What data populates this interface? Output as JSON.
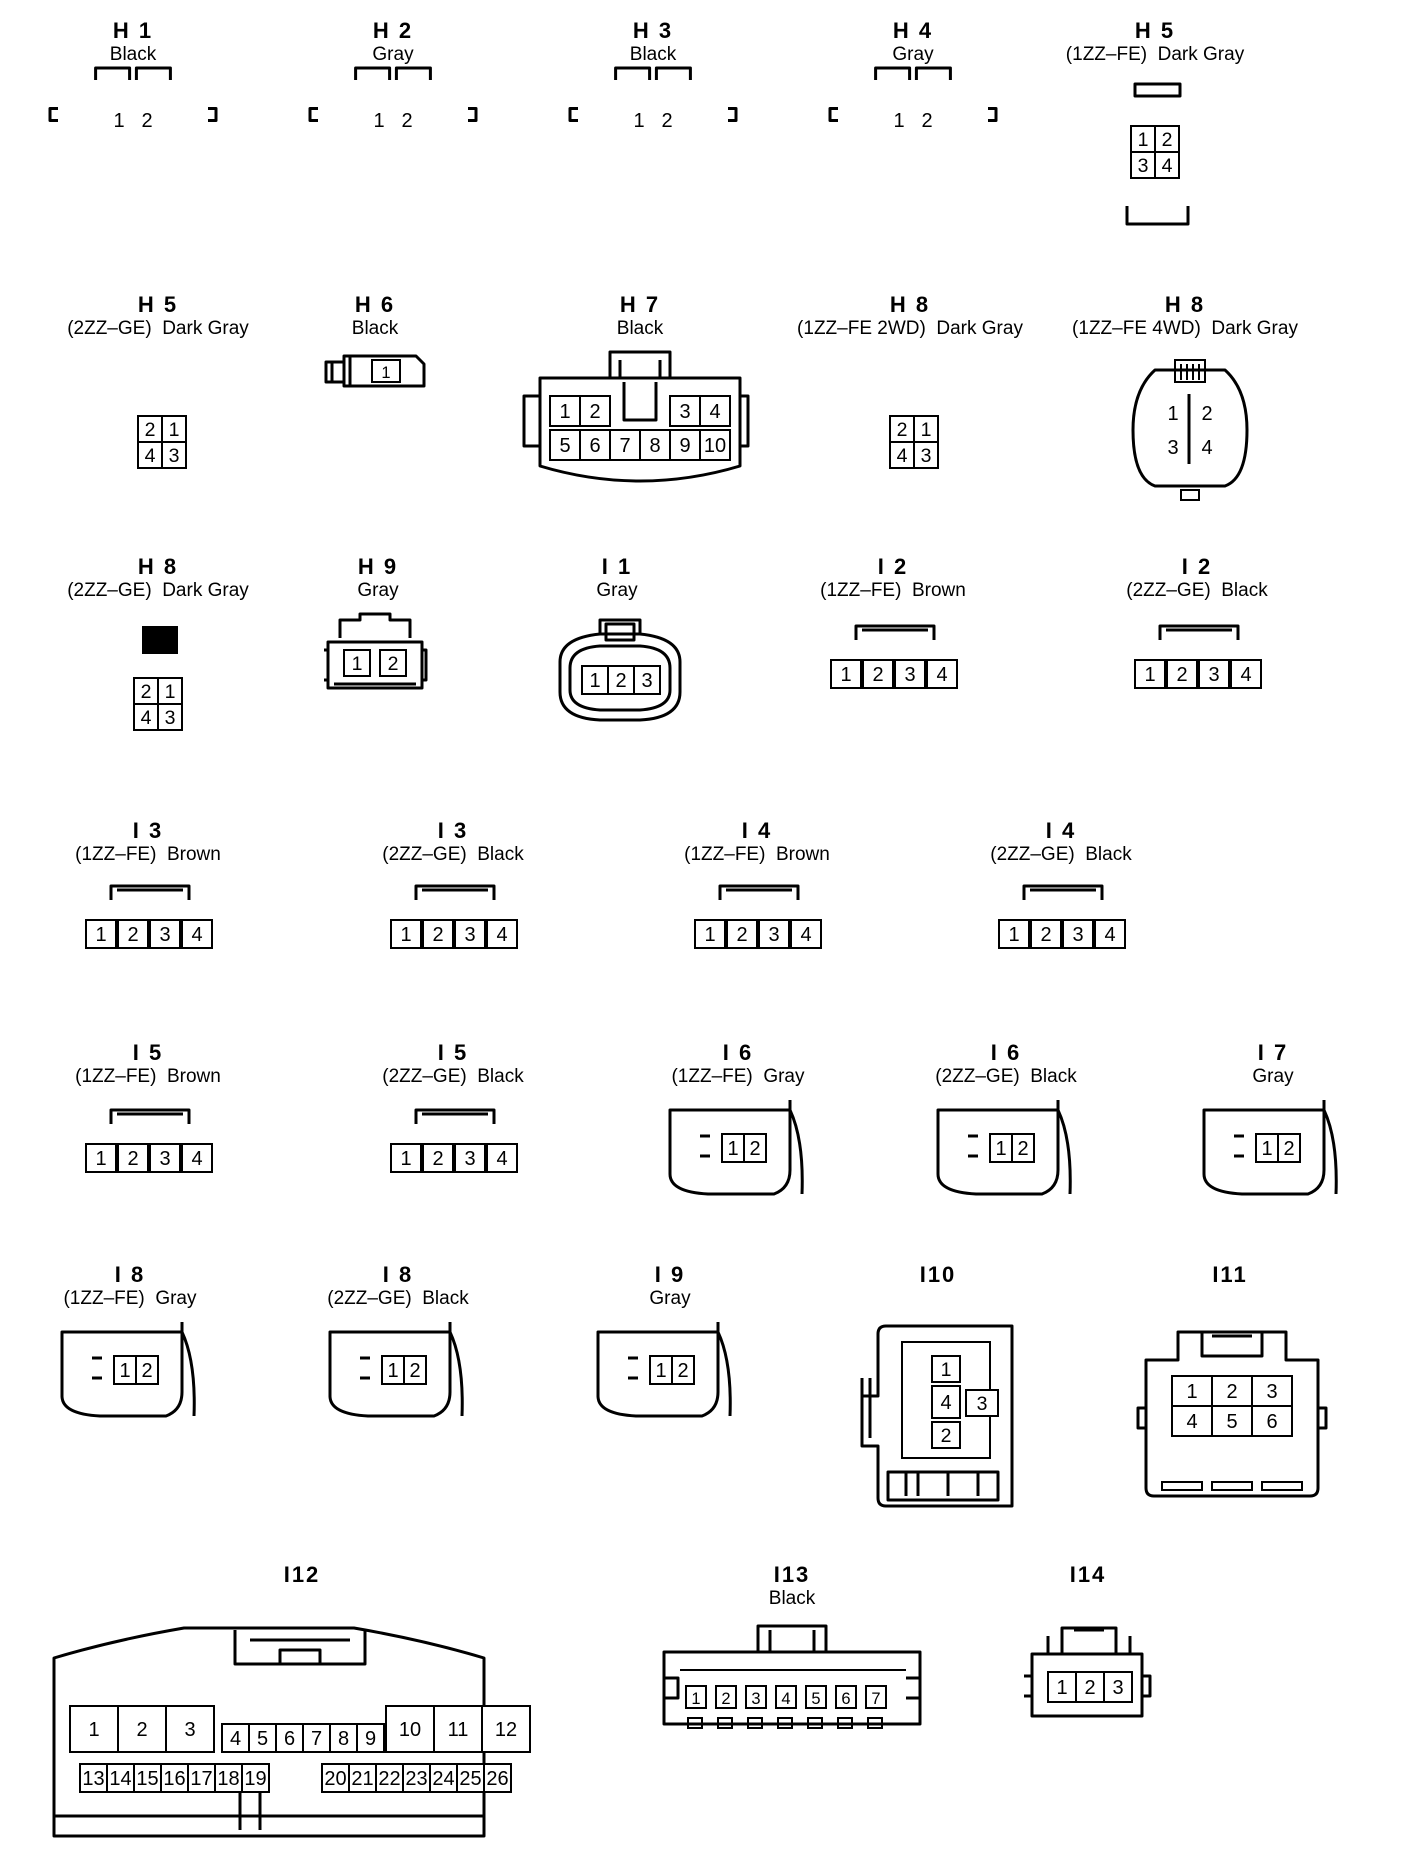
{
  "connectors": [
    {
      "id": "H1",
      "title": "H 1",
      "subtitle": "Black",
      "pins": [
        "1",
        "2"
      ]
    },
    {
      "id": "H2",
      "title": "H 2",
      "subtitle": "Gray",
      "pins": [
        "1",
        "2"
      ]
    },
    {
      "id": "H3",
      "title": "H 3",
      "subtitle": "Black",
      "pins": [
        "1",
        "2"
      ]
    },
    {
      "id": "H4",
      "title": "H 4",
      "subtitle": "Gray",
      "pins": [
        "1",
        "2"
      ]
    },
    {
      "id": "H5a",
      "title": "H 5",
      "subtitle": "(1ZZ–FE)  Dark Gray",
      "pins": [
        "1",
        "2",
        "3",
        "4"
      ]
    },
    {
      "id": "H5b",
      "title": "H 5",
      "subtitle": "(2ZZ–GE)  Dark Gray",
      "pins": [
        "2",
        "1",
        "4",
        "3"
      ]
    },
    {
      "id": "H6",
      "title": "H 6",
      "subtitle": "Black",
      "pins": [
        "1"
      ]
    },
    {
      "id": "H7",
      "title": "H 7",
      "subtitle": "Black",
      "pins": [
        "1",
        "2",
        "3",
        "4",
        "5",
        "6",
        "7",
        "8",
        "9",
        "10"
      ]
    },
    {
      "id": "H8a",
      "title": "H 8",
      "subtitle": "(1ZZ–FE 2WD)  Dark Gray",
      "pins": [
        "2",
        "1",
        "4",
        "3"
      ]
    },
    {
      "id": "H8b",
      "title": "H 8",
      "subtitle": "(1ZZ–FE 4WD)  Dark Gray",
      "pins": [
        "1",
        "2",
        "3",
        "4"
      ]
    },
    {
      "id": "H8c",
      "title": "H 8",
      "subtitle": "(2ZZ–GE)  Dark Gray",
      "pins": [
        "2",
        "1",
        "4",
        "3"
      ]
    },
    {
      "id": "H9",
      "title": "H 9",
      "subtitle": "Gray",
      "pins": [
        "1",
        "2"
      ]
    },
    {
      "id": "I1",
      "title": "I 1",
      "subtitle": "Gray",
      "pins": [
        "1",
        "2",
        "3"
      ]
    },
    {
      "id": "I2a",
      "title": "I 2",
      "subtitle": "(1ZZ–FE)  Brown",
      "pins": [
        "1",
        "2",
        "3",
        "4"
      ]
    },
    {
      "id": "I2b",
      "title": "I 2",
      "subtitle": "(2ZZ–GE)  Black",
      "pins": [
        "1",
        "2",
        "3",
        "4"
      ]
    },
    {
      "id": "I3a",
      "title": "I 3",
      "subtitle": "(1ZZ–FE)  Brown",
      "pins": [
        "1",
        "2",
        "3",
        "4"
      ]
    },
    {
      "id": "I3b",
      "title": "I 3",
      "subtitle": "(2ZZ–GE)  Black",
      "pins": [
        "1",
        "2",
        "3",
        "4"
      ]
    },
    {
      "id": "I4a",
      "title": "I 4",
      "subtitle": "(1ZZ–FE)  Brown",
      "pins": [
        "1",
        "2",
        "3",
        "4"
      ]
    },
    {
      "id": "I4b",
      "title": "I 4",
      "subtitle": "(2ZZ–GE)  Black",
      "pins": [
        "1",
        "2",
        "3",
        "4"
      ]
    },
    {
      "id": "I5a",
      "title": "I 5",
      "subtitle": "(1ZZ–FE)  Brown",
      "pins": [
        "1",
        "2",
        "3",
        "4"
      ]
    },
    {
      "id": "I5b",
      "title": "I 5",
      "subtitle": "(2ZZ–GE)  Black",
      "pins": [
        "1",
        "2",
        "3",
        "4"
      ]
    },
    {
      "id": "I6a",
      "title": "I 6",
      "subtitle": "(1ZZ–FE)  Gray",
      "pins": [
        "1",
        "2"
      ]
    },
    {
      "id": "I6b",
      "title": "I 6",
      "subtitle": "(2ZZ–GE)  Black",
      "pins": [
        "1",
        "2"
      ]
    },
    {
      "id": "I7",
      "title": "I 7",
      "subtitle": "Gray",
      "pins": [
        "1",
        "2"
      ]
    },
    {
      "id": "I8a",
      "title": "I 8",
      "subtitle": "(1ZZ–FE)  Gray",
      "pins": [
        "1",
        "2"
      ]
    },
    {
      "id": "I8b",
      "title": "I 8",
      "subtitle": "(2ZZ–GE)  Black",
      "pins": [
        "1",
        "2"
      ]
    },
    {
      "id": "I9",
      "title": "I 9",
      "subtitle": "Gray",
      "pins": [
        "1",
        "2"
      ]
    },
    {
      "id": "I10",
      "title": "I10",
      "subtitle": "",
      "pins": [
        "1",
        "4",
        "3",
        "2"
      ]
    },
    {
      "id": "I11",
      "title": "I11",
      "subtitle": "",
      "pins": [
        "1",
        "2",
        "3",
        "4",
        "5",
        "6"
      ]
    },
    {
      "id": "I12",
      "title": "I12",
      "subtitle": "",
      "pins": [
        "1",
        "2",
        "3",
        "4",
        "5",
        "6",
        "7",
        "8",
        "9",
        "10",
        "11",
        "12",
        "13",
        "14",
        "15",
        "16",
        "17",
        "18",
        "19",
        "20",
        "21",
        "22",
        "23",
        "24",
        "25",
        "26"
      ]
    },
    {
      "id": "I13",
      "title": "I13",
      "subtitle": "Black",
      "pins": [
        "1",
        "2",
        "3",
        "4",
        "5",
        "6",
        "7"
      ]
    },
    {
      "id": "I14",
      "title": "I14",
      "subtitle": "",
      "pins": [
        "1",
        "2",
        "3"
      ]
    }
  ]
}
